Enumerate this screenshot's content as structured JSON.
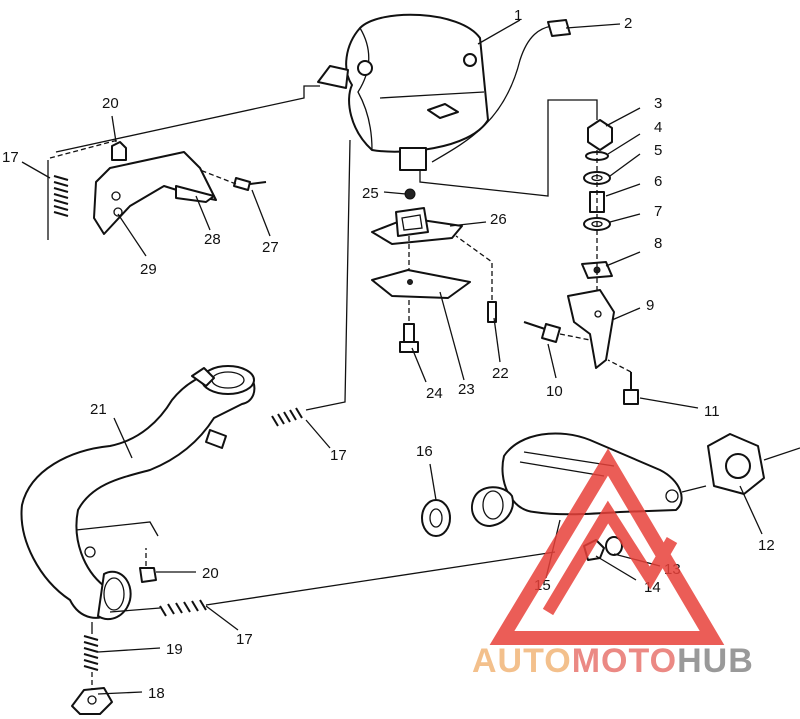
{
  "callouts": [
    {
      "id": "1",
      "label": "1"
    },
    {
      "id": "2",
      "label": "2"
    },
    {
      "id": "3",
      "label": "3"
    },
    {
      "id": "4",
      "label": "4"
    },
    {
      "id": "5",
      "label": "5"
    },
    {
      "id": "6",
      "label": "6"
    },
    {
      "id": "7",
      "label": "7"
    },
    {
      "id": "8",
      "label": "8"
    },
    {
      "id": "9",
      "label": "9"
    },
    {
      "id": "10",
      "label": "10"
    },
    {
      "id": "11",
      "label": "11"
    },
    {
      "id": "12",
      "label": "12"
    },
    {
      "id": "13",
      "label": "13"
    },
    {
      "id": "14",
      "label": "14"
    },
    {
      "id": "15",
      "label": "15"
    },
    {
      "id": "16",
      "label": "16"
    },
    {
      "id": "17a",
      "label": "17"
    },
    {
      "id": "17b",
      "label": "17"
    },
    {
      "id": "17c",
      "label": "17"
    },
    {
      "id": "18",
      "label": "18"
    },
    {
      "id": "19",
      "label": "19"
    },
    {
      "id": "20a",
      "label": "20"
    },
    {
      "id": "20b",
      "label": "20"
    },
    {
      "id": "21",
      "label": "21"
    },
    {
      "id": "22",
      "label": "22"
    },
    {
      "id": "23",
      "label": "23"
    },
    {
      "id": "24",
      "label": "24"
    },
    {
      "id": "25",
      "label": "25"
    },
    {
      "id": "26",
      "label": "26"
    },
    {
      "id": "27",
      "label": "27"
    },
    {
      "id": "28",
      "label": "28"
    },
    {
      "id": "29",
      "label": "29"
    }
  ],
  "watermark": {
    "part1": "AUTO",
    "part2": "MOTO",
    "part3": "HUB",
    "color_1": "#f2b679",
    "color_2": "#e8756f",
    "color_3": "#888888",
    "triangle_color": "#e8413a"
  }
}
